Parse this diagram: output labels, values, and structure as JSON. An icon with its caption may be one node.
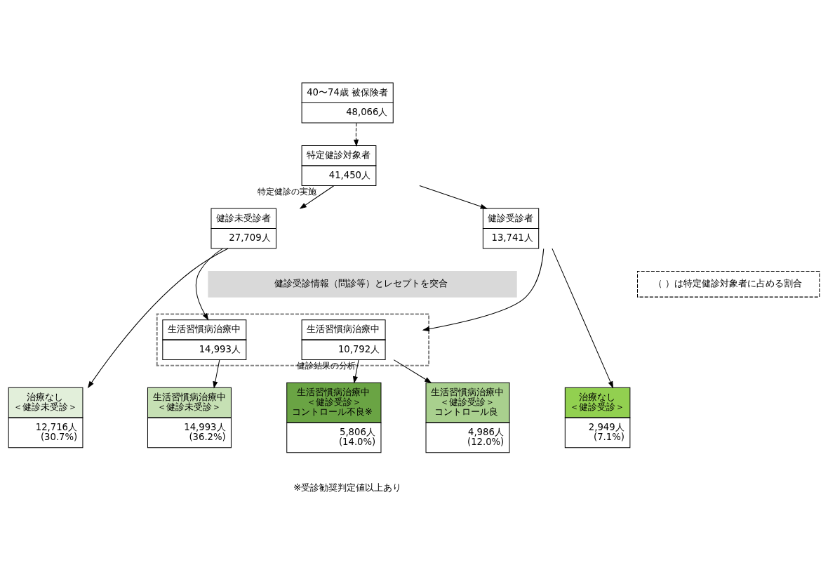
{
  "diagram": {
    "nodes": [
      {
        "text": [
          "40〜74歳 被保険者",
          "48,066人"
        ]
      },
      {
        "text": [
          "特定健診対象者",
          "41,450人"
        ]
      },
      {
        "text": [
          "健診未受診者",
          "27,709人"
        ]
      },
      {
        "text": [
          "健診受診者",
          "13,741人"
        ]
      },
      {
        "text": [
          "健診受診情報（問診等）とレセプトを突合"
        ]
      },
      {
        "text": [],
        "shape": "box"
      },
      {
        "text": [
          "生活習慣病治療中",
          "14,993人"
        ],
        "in": 5
      },
      {
        "text": [
          "生活習慣病治療中",
          "10,792人"
        ],
        "in": 5
      },
      {
        "text": [
          "治療なし",
          "＜健診未受診＞",
          "12,716人",
          "(30.7%)"
        ]
      },
      {
        "text": [
          "生活習慣病治療中",
          "＜健診未受診＞",
          "14,993人",
          "(36.2%)"
        ]
      },
      {
        "text": [
          "生活習慣病治療中",
          "＜健診受診＞",
          "コントロール不良※",
          "5,806人",
          "(14.0%)"
        ]
      },
      {
        "text": [
          "生活習慣病治療中",
          "＜健診受診＞",
          "コントロール良",
          "4,986人",
          "(12.0%)"
        ]
      },
      {
        "text": [
          "治療なし",
          "＜健診受診＞",
          "2,949人",
          "(7.1%)"
        ]
      },
      {
        "text": [
          "（ ）は特定健診対象者に占める割合"
        ]
      }
    ],
    "edges": [
      {
        "from": 0,
        "to": 1,
        "arrow": "to",
        "style": "dashed"
      },
      {
        "from": 1,
        "to": 2,
        "arrow": "to",
        "label": "特定健診の実施"
      },
      {
        "from": 1,
        "to": 3,
        "arrow": "to"
      },
      {
        "from": 2,
        "to": 8,
        "arrow": "to"
      },
      {
        "from": 2,
        "to": 6,
        "arrow": "to"
      },
      {
        "from": 3,
        "to": 7,
        "arrow": "to"
      },
      {
        "from": 3,
        "to": 12,
        "arrow": "to"
      },
      {
        "from": 6,
        "to": 9,
        "arrow": "to"
      },
      {
        "from": 7,
        "to": 10,
        "arrow": "to",
        "label": "健診結果の分析"
      },
      {
        "from": 7,
        "to": 11,
        "arrow": "to"
      }
    ],
    "labels": [
      "※受診勧奨判定値以上あり"
    ]
  }
}
